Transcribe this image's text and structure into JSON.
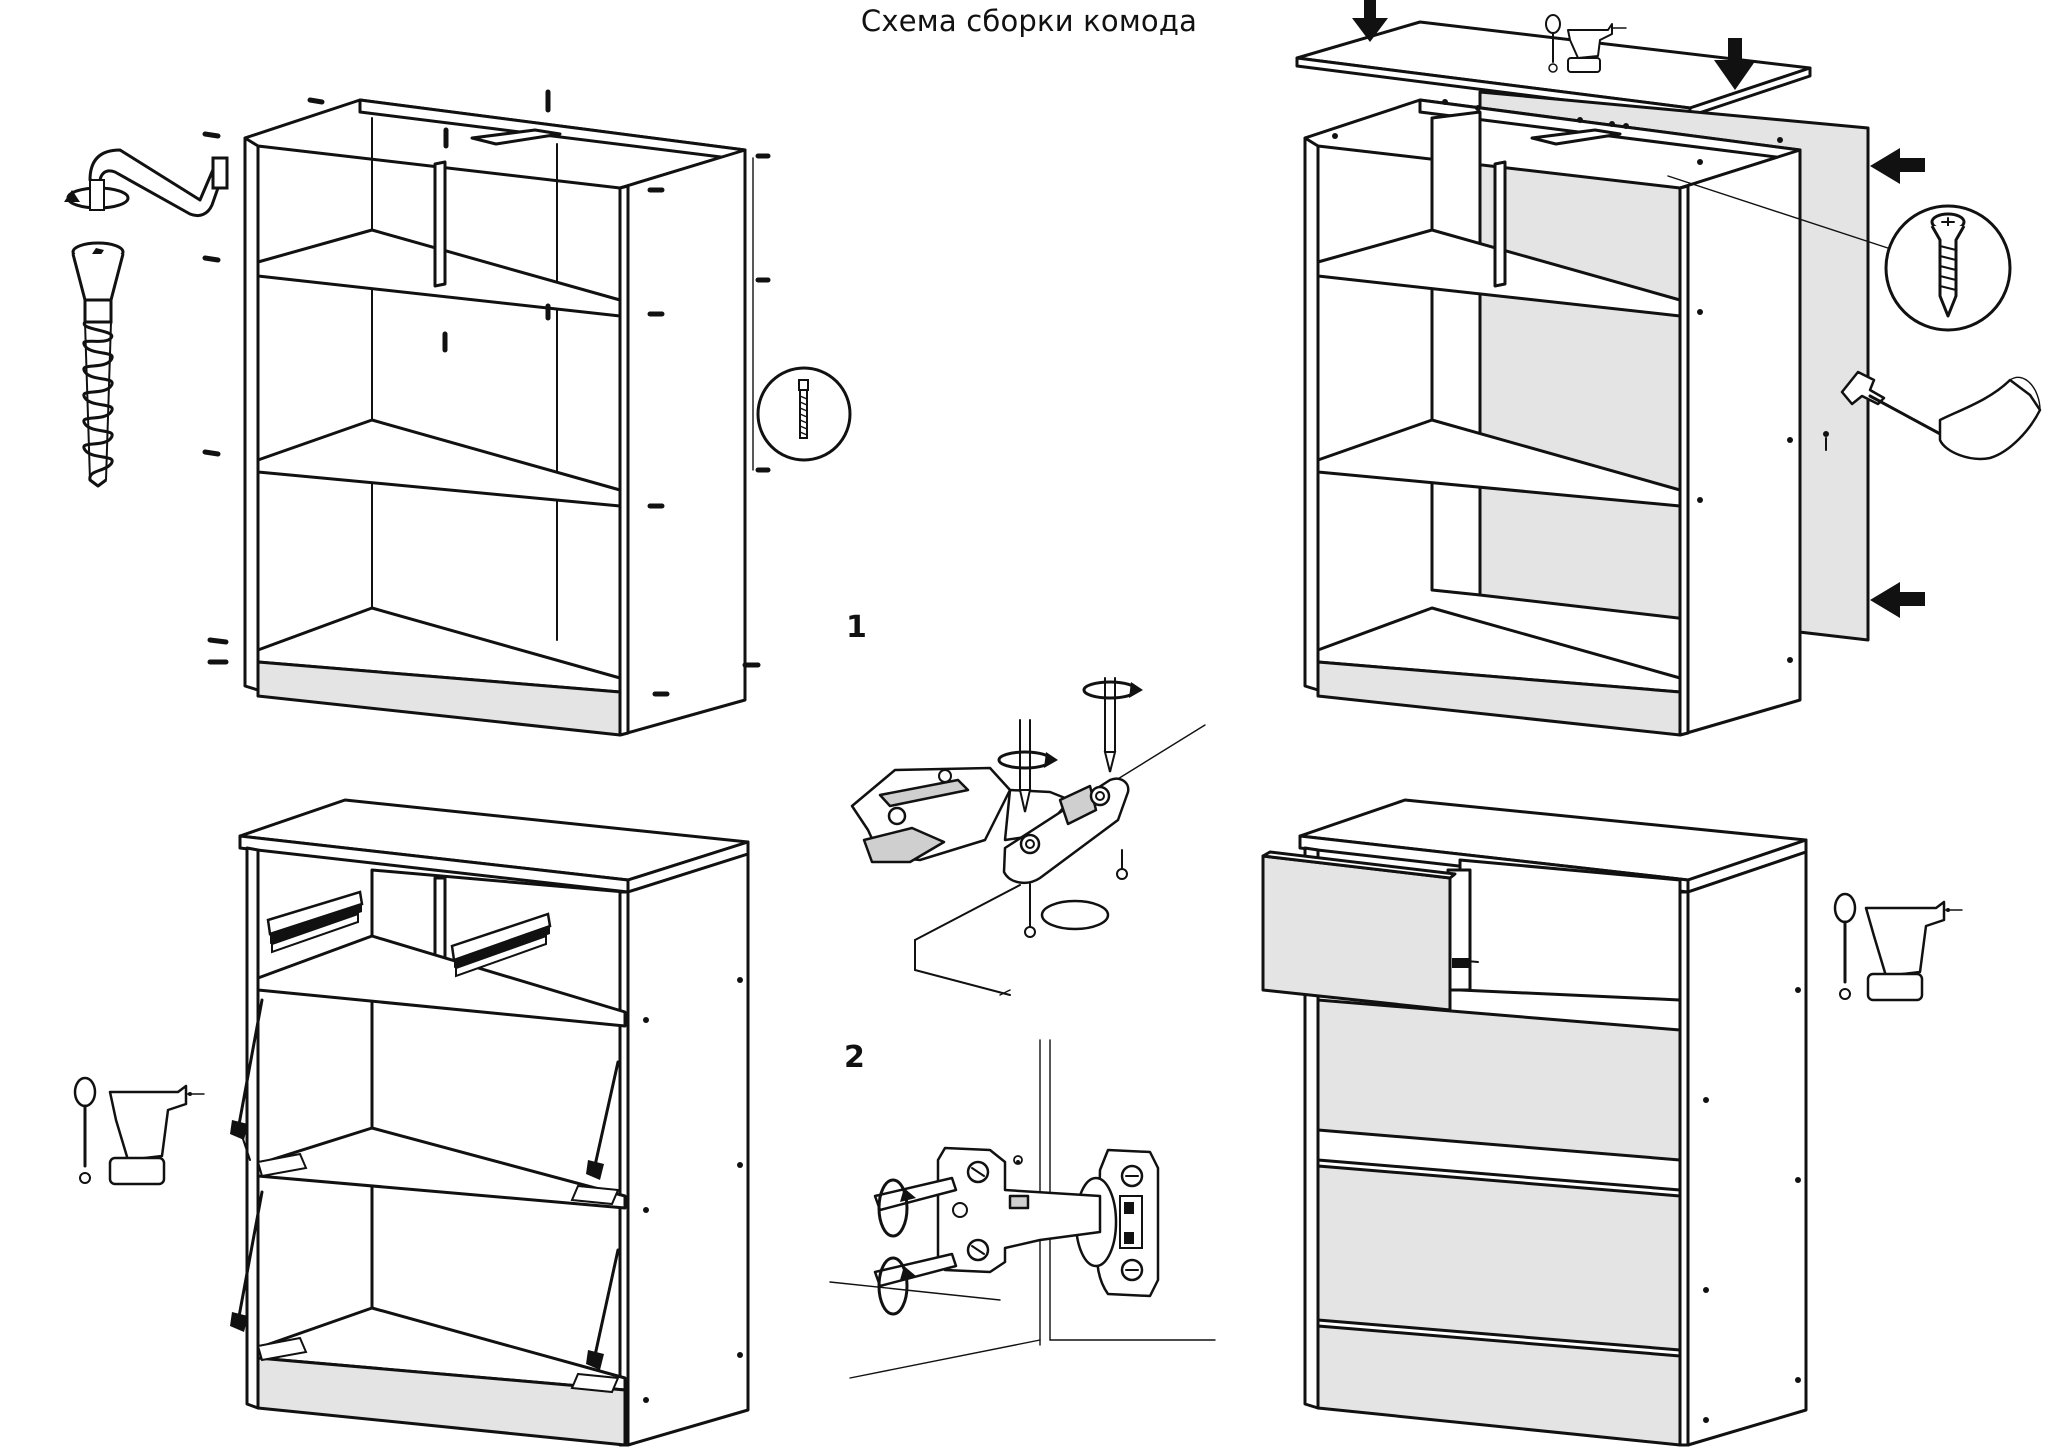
{
  "page": {
    "title": "Схема сборки комода"
  },
  "steps": {
    "step1": "1",
    "step2": "2"
  },
  "icons": {
    "allen_key": "allen-key-icon",
    "confirmat_screw": "confirmat-screw-icon",
    "dowel_callout": "dowel-pin-icon",
    "screw_callout": "wood-screw-icon",
    "hammer": "hammer-icon",
    "drill": "cordless-drill-icon",
    "screwdriver": "screwdriver-icon",
    "rotation": "rotation-arrow-icon",
    "press_arrow": "press-arrow-icon"
  },
  "colors": {
    "line": "#111111",
    "panel_fill": "#e4e4e4",
    "paper": "#ffffff"
  }
}
